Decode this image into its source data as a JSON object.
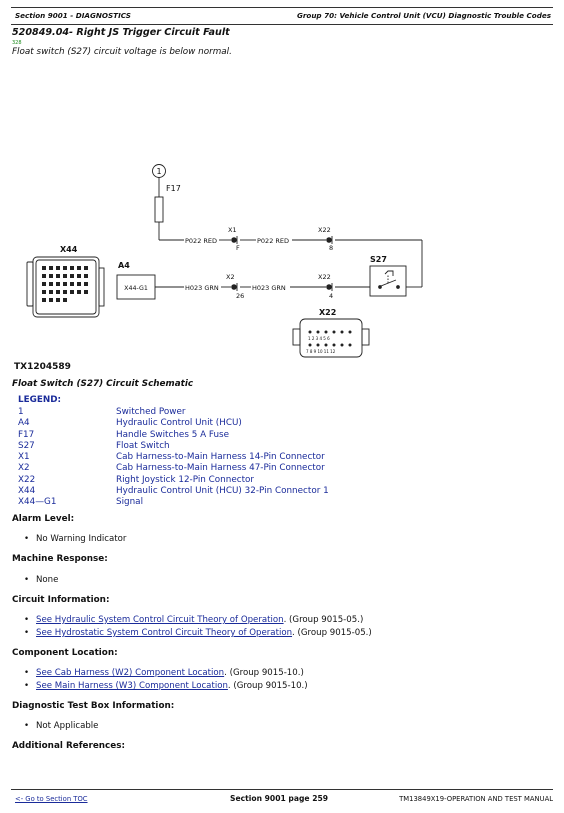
{
  "header": {
    "left": "Section 9001 - DIAGNOSTICS",
    "right": "Group 70: Vehicle Control Unit (VCU) Diagnostic Trouble Codes"
  },
  "title": "520849.04- Right JS Trigger Circuit Fault",
  "code_small": "328",
  "summary": "Float switch (S27) circuit voltage is below normal.",
  "schematic": {
    "node_1": "1",
    "fuse_label": "F17",
    "wire_p022_a": "P022 RED",
    "wire_p022_b": "P022 RED",
    "x1_label": "X1",
    "x1_pin": "F",
    "x22_label_top": "X22",
    "x22_pin_top": "8",
    "x44_label": "X44",
    "a4_label": "A4",
    "x44g1_label": "X44-G1",
    "wire_h023_a": "H023 GRN",
    "wire_h023_b": "H023 GRN",
    "x2_label": "X2",
    "x2_pin": "26",
    "x22_label_mid": "X22",
    "x22_pin_mid": "4",
    "s27_label": "S27",
    "x22_conn_label": "X22",
    "pin_row_top": "1 2 3 4 5 6",
    "pin_row_bottom": "7 8 9 10 11 12",
    "figure_id": "TX1204589"
  },
  "caption": "Float Switch (S27) Circuit Schematic",
  "legend": {
    "heading": "LEGEND:",
    "items": [
      {
        "key": "1",
        "value": "Switched Power"
      },
      {
        "key": "A4",
        "value": "Hydraulic Control Unit (HCU)"
      },
      {
        "key": "F17",
        "value": "Handle Switches 5 A Fuse"
      },
      {
        "key": "S27",
        "value": "Float Switch"
      },
      {
        "key": "X1",
        "value": "Cab Harness-to-Main Harness 14-Pin Connector"
      },
      {
        "key": "X2",
        "value": "Cab Harness-to-Main Harness 47-Pin Connector"
      },
      {
        "key": "X22",
        "value": "Right Joystick 12-Pin Connector"
      },
      {
        "key": "X44",
        "value": "Hydraulic Control Unit (HCU) 32-Pin Connector 1"
      },
      {
        "key": "X44—G1",
        "value": "Signal"
      }
    ]
  },
  "alarm": {
    "heading": "Alarm Level:",
    "item": "No Warning Indicator"
  },
  "machine": {
    "heading": "Machine Response:",
    "item": "None"
  },
  "circuit": {
    "heading": "Circuit Information:",
    "link1": "See Hydraulic System Control Circuit Theory of Operation",
    "ref1": ". (Group 9015-05.)",
    "link2": "See Hydrostatic System Control Circuit Theory of Operation",
    "ref2": ". (Group 9015-05.)"
  },
  "component": {
    "heading": "Component Location:",
    "link1": "See Cab Harness (W2) Component Location",
    "ref1": ". (Group 9015-10.)",
    "link2": "See Main Harness (W3) Component Location",
    "ref2": ". (Group 9015-10.)"
  },
  "testbox": {
    "heading": "Diagnostic Test Box Information:",
    "item": "Not Applicable"
  },
  "additional": {
    "heading": "Additional References:"
  },
  "footer": {
    "left": "<- Go to Section TOC",
    "center": "Section 9001 page 259",
    "right": "TM13849X19-OPERATION AND TEST MANUAL"
  },
  "colors": {
    "link": "#1a2b9a",
    "code": "#1b8a1b"
  }
}
